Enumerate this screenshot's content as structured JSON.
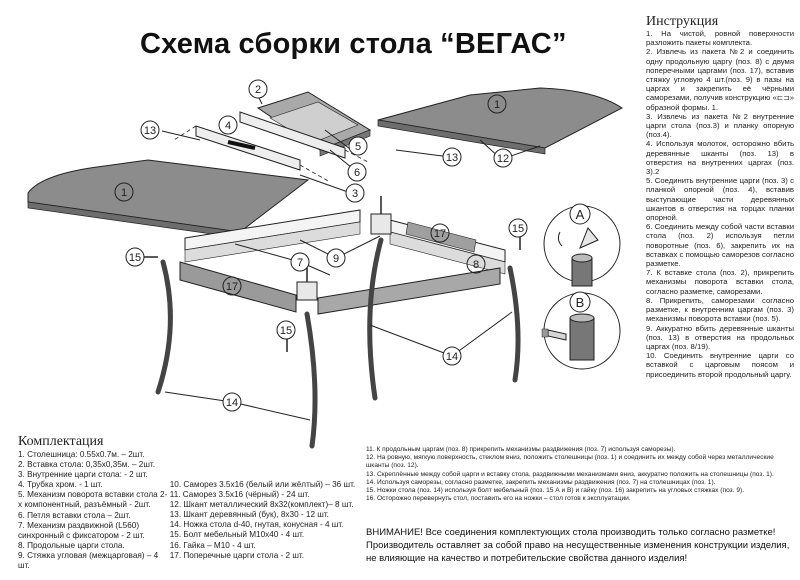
{
  "title": "Схема сборки стола “ВЕГАС”",
  "callouts": [
    "1",
    "2",
    "3",
    "4",
    "5",
    "6",
    "7",
    "8",
    "9",
    "12",
    "13",
    "14",
    "15",
    "17",
    "A",
    "B"
  ],
  "instructions": {
    "heading": "Инструкция",
    "items": [
      "1. На чистой, ровной поверхности разложить пакеты комплекта.",
      "2. Извлечь из пакета №2 и соединить одну продольную царгу (поз. 8) с двумя поперечными царгами (поз. 17), вставив стяжку угловую 4 шт.(поз. 9) в пазы на царгах и закрепить её чёрными саморезами, получив конструкцию «⊏⊐» образной формы. 1.",
      "3. Извлечь из пакета №2 внутренние царги стола (поз.3) и планку опорную (поз.4).",
      "4. Используя молоток, осторожно вбить деревянные шканты (поз. 13) в отверстия на внутренних царгах (поз. 3).2",
      "5. Соединить внутренние царги (поз. 3) с планкой опорной (поз. 4), вставив выступающие части деревянных шкантов в отверстия на торцах планки опорной.",
      "6. Соединить между собой части вставки стола (поз. 2) используя петли поворотные (поз. 6), закрепить их на вставках с помощью саморезов согласно разметке.",
      "7. К вставке стола (поз. 2), прикрепить механизмы поворота вставки стола, согласно разметке, саморезами.",
      "8. Прикрепить, саморезами согласно разметке, к внутренним царгам (поз. 3) механизмы поворота вставки (поз. 5).",
      "9. Аккуратно вбить деревянные шканты (поз. 13) в отверстия на продольных царгах (поз. 8/19).",
      "10. Соединить внутренние царги со вставкой с царговым поясом и присоединить второй продольный царгу."
    ]
  },
  "komplektacia": {
    "heading": "Комплектация",
    "col1": [
      "1. Столешница: 0.55х0.7м. – 2шт.",
      "2. Вставка стола: 0,35х0,35м. – 2шт.",
      "3. Внутренние царги стола: - 2 шт.",
      "4. Трубка хром.   - 1 шт.",
      "5. Механизм поворота вставки стола 2-х компонентный, разъёмный - 2шт.",
      "6. Петля вставки стола – 2шт.",
      "7. Механизм раздвижной (L560) синхронный с фиксатором - 2 шт.",
      "8. Продольные царги стола.",
      "9. Стяжка угловая (межцарговая) – 4 шт."
    ],
    "col2": [
      "10. Саморез 3.5х16 (белый или жёлтый) – 36 шт.",
      "11. Саморез 3.5х16 (чёрный) - 24 шт.",
      "12. Шкант металлический 8х32(комплект)– 8 шт.",
      "13. Шкант деревянный (бук), 8х30  - 12 шт.",
      "14. Ножка стола d-40, гнутая, конусная  - 4 шт.",
      "15. Болт мебельный М10х40  - 4 шт.",
      "16. Гайка – М10           - 4 шт.",
      "17. Поперечные царги стола - 2 шт."
    ]
  },
  "notes": [
    "11.  К продольным царгам (поз. 8) прикрепить механизмы раздвижения (поз. 7) используя саморезы).",
    "12.  На ровную, мягкую поверхность, стеклом вниз, положить столешницы (поз. 1) и соединить их между собой через металлические шканты (поз. 12).",
    "13.  Скреплённые между собой царги и вставку стола, раздвижными механизмами вниз, аккуратно положить на столешницы (поз. 1).",
    "14.  Используя саморезы, согласно разметке, закрепить механизмы раздвижения (поз. 7) на столешницах (поз. 1).",
    "15.  Ножки стола (поз. 14) используя болт мебельный (поз. 15  А и В)  и гайку           (поз. 16) закрепить на угловых стяжках (поз. 9).",
    "16.  Осторожно перевернуть стол, поставить его на ножки – стол готов к эксплуатации."
  ],
  "warning": "ВНИМАНИЕ! Все соединения комплектующих стола производить только согласно разметке! Производитель оставляет за собой право на несущественные изменения конструкции изделия, не влияющие на качество и потребительские свойства данного изделия!"
}
